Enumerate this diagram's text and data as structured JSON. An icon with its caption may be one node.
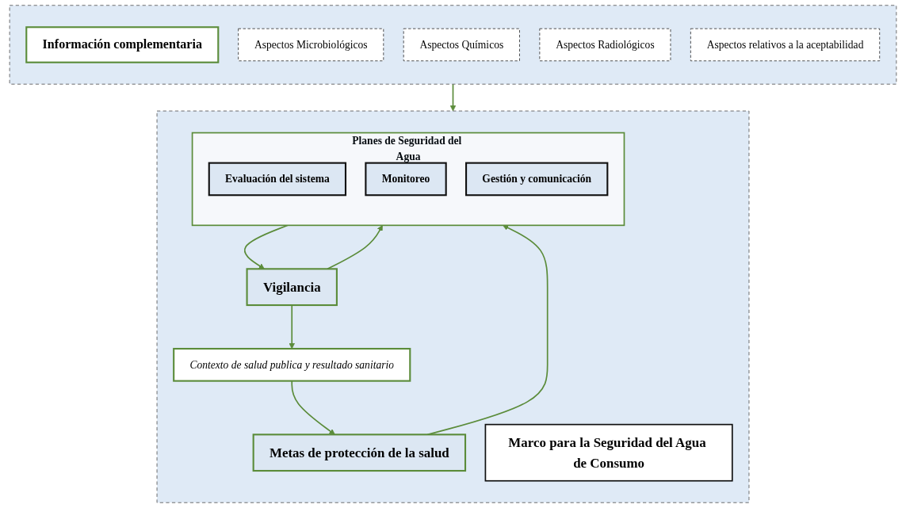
{
  "diagram": {
    "nodes": [
      {
        "text": [],
        "shape": "box"
      },
      {
        "text": [
          "Marco para la Seguridad del Agua de Consumo"
        ],
        "in": 0
      },
      {
        "text": [
          "Metas de protección de la salud"
        ],
        "in": 0
      },
      {
        "text": [
          "Contexto de salud publica y resultado sanitario"
        ],
        "in": 0
      },
      {
        "text": [
          "Planes de Seguridad del Agua"
        ],
        "in": 0
      },
      {
        "text": [
          "Evaluación del sistema"
        ],
        "in": 4
      },
      {
        "text": [
          "Monitoreo"
        ],
        "in": 4
      },
      {
        "text": [
          "Gestión y comunicación"
        ],
        "in": 4
      },
      {
        "text": [
          "Vigilancia"
        ],
        "in": 0
      },
      {
        "text": [],
        "shape": "box"
      },
      {
        "text": [
          "Información complementaria"
        ],
        "in": 9
      },
      {
        "text": [
          "Aspectos Microbiológicos"
        ],
        "in": 9
      },
      {
        "text": [
          "Aspectos Químicos"
        ],
        "in": 9
      },
      {
        "text": [
          "Aspectos Radiológicos"
        ],
        "in": 9
      },
      {
        "text": [
          "Aspectos relativos a la aceptabilidad"
        ],
        "in": 9
      }
    ],
    "edges": [
      {
        "from": 3,
        "to": 2,
        "arrow": "to"
      },
      {
        "from": 2,
        "to": 4,
        "arrow": "to"
      },
      {
        "from": 4,
        "to": 8,
        "arrow": "to"
      },
      {
        "from": 8,
        "to": 3,
        "arrow": "to"
      },
      {
        "from": 8,
        "to": 4,
        "arrow": "to"
      },
      {
        "from": 9,
        "to": 0,
        "arrow": "to"
      }
    ]
  }
}
